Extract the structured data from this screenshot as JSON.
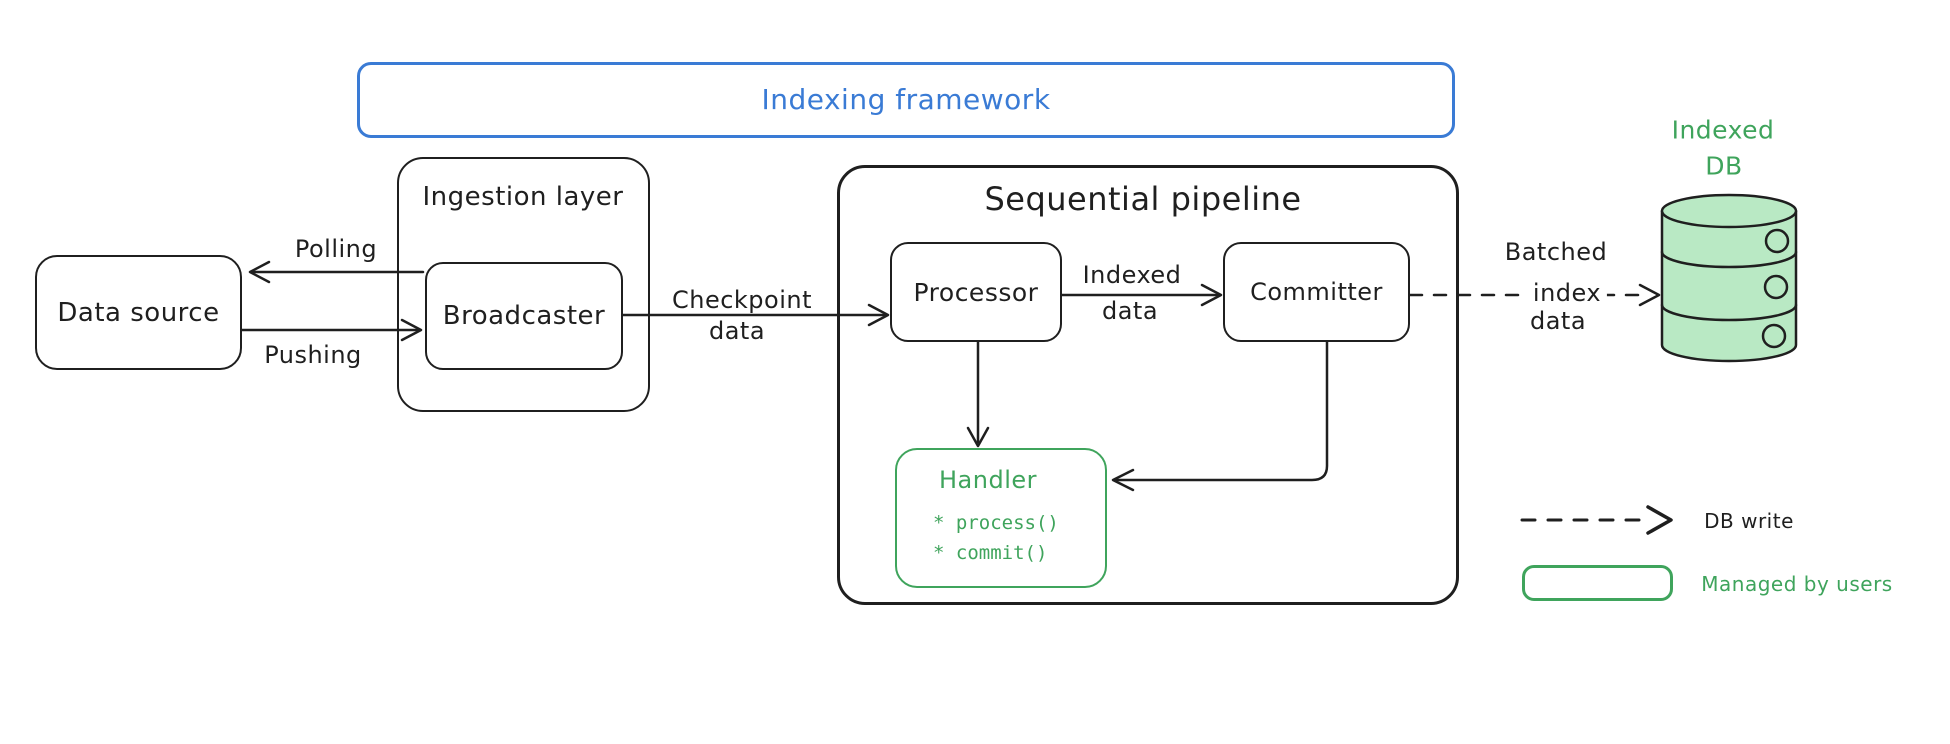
{
  "diagram": {
    "frame_title": "Indexing framework",
    "nodes": {
      "data_source": "Data source",
      "ingestion_layer": "Ingestion layer",
      "broadcaster": "Broadcaster",
      "pipeline_title": "Sequential pipeline",
      "processor": "Processor",
      "committer": "Committer",
      "handler": {
        "title": "Handler",
        "methods": [
          "* process()",
          "* commit()"
        ]
      },
      "indexed_db": {
        "line1": "Indexed",
        "line2": "DB"
      }
    },
    "edges": {
      "polling": "Polling",
      "pushing": "Pushing",
      "checkpoint": {
        "line1": "Checkpoint",
        "line2": "data"
      },
      "indexed": {
        "line1": "Indexed",
        "line2": "data"
      },
      "batched": {
        "line1": "Batched",
        "line2": "index",
        "line3": "data"
      }
    },
    "legend": {
      "db_write": "DB write",
      "managed_by_users": "Managed by users"
    },
    "colors": {
      "accent_blue": "#3a7bd5",
      "accent_green": "#3fa45c",
      "db_fill": "#b9e9c4",
      "ink": "#1f1f1f"
    }
  }
}
